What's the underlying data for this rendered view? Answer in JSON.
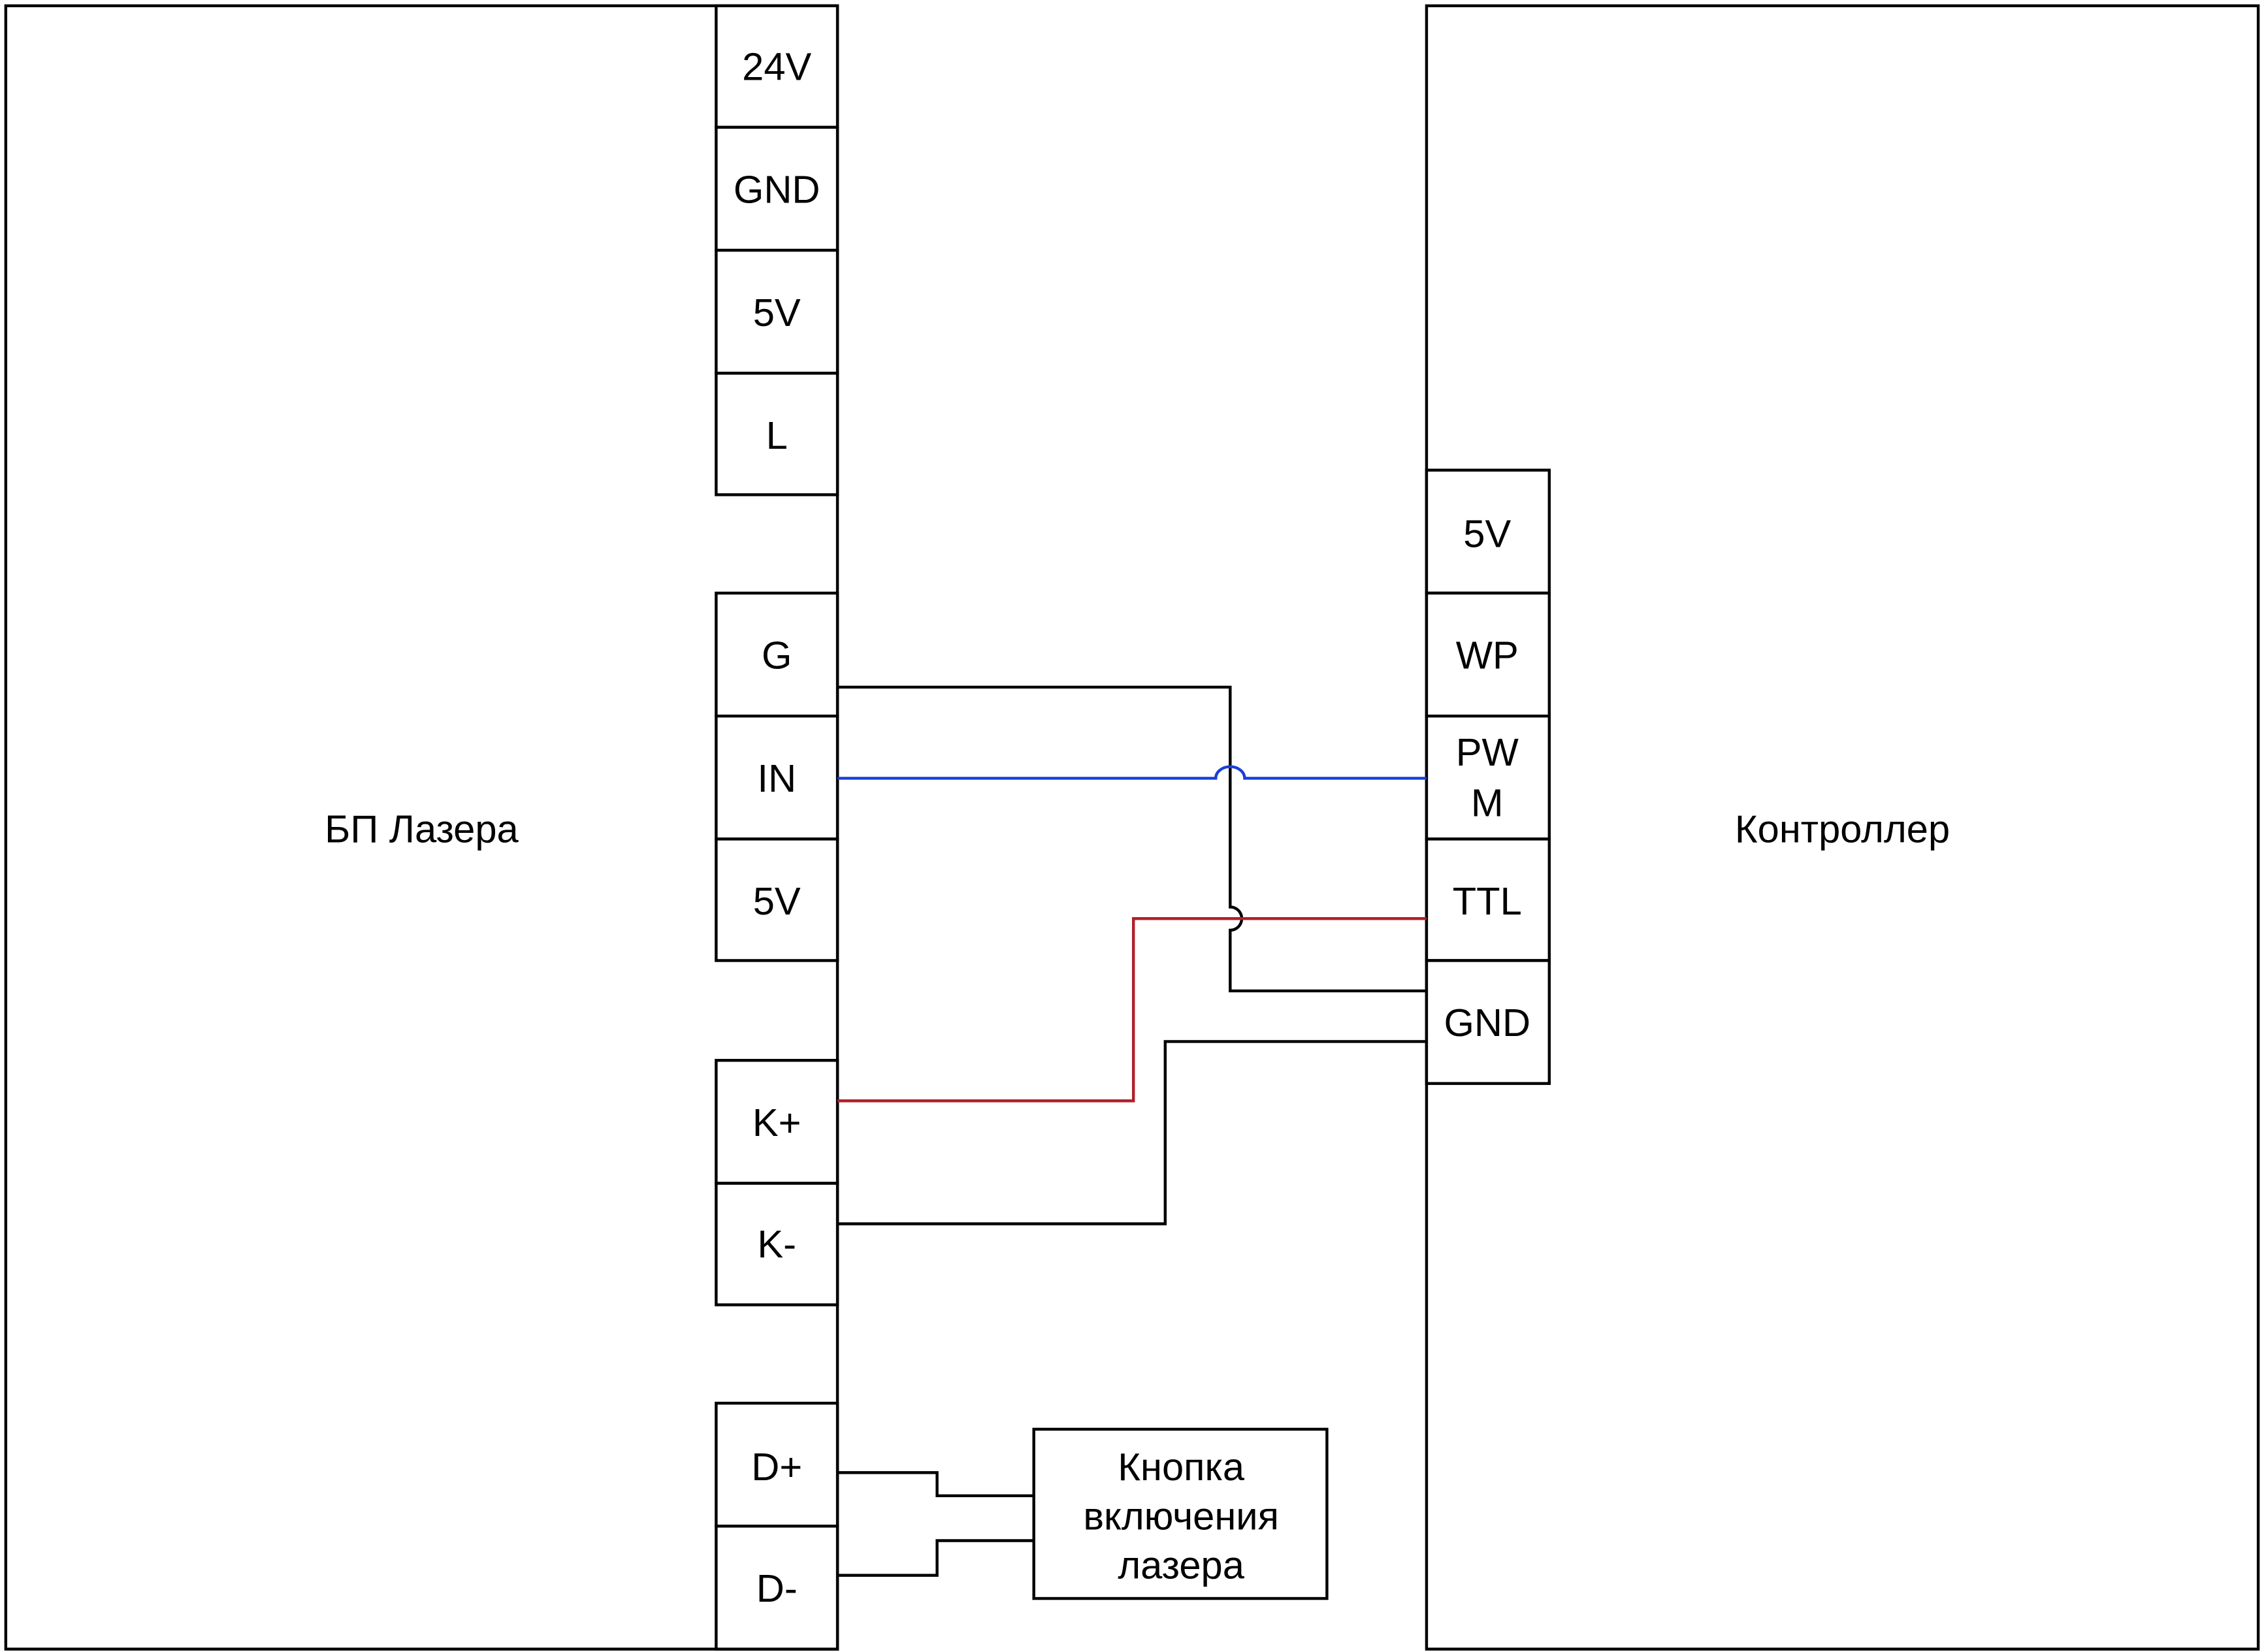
{
  "diagram": {
    "psu": {
      "title": "БП Лазера",
      "terminals": [
        "24V",
        "GND",
        "5V",
        "L",
        "G",
        "IN",
        "5V",
        "K+",
        "K-",
        "D+",
        "D-"
      ]
    },
    "controller": {
      "title": "Контроллер",
      "terminals": [
        "5V",
        "WP",
        "PW\nM",
        "TTL",
        "GND"
      ],
      "pwm_line1": "PW",
      "pwm_line2": "M"
    },
    "button": {
      "line1": "Кнопка",
      "line2": "включения",
      "line3": "лазера"
    },
    "wires": [
      {
        "from": "PSU G",
        "to": "Controller GND",
        "color": "#000000"
      },
      {
        "from": "PSU IN",
        "to": "Controller PWM",
        "color": "#1a3fd6"
      },
      {
        "from": "PSU K+",
        "to": "Controller TTL",
        "color": "#b0202a"
      },
      {
        "from": "PSU K-",
        "to": "Controller GND",
        "color": "#000000"
      },
      {
        "from": "PSU D+",
        "to": "Button",
        "color": "#000000"
      },
      {
        "from": "PSU D-",
        "to": "Button",
        "color": "#000000"
      }
    ]
  }
}
